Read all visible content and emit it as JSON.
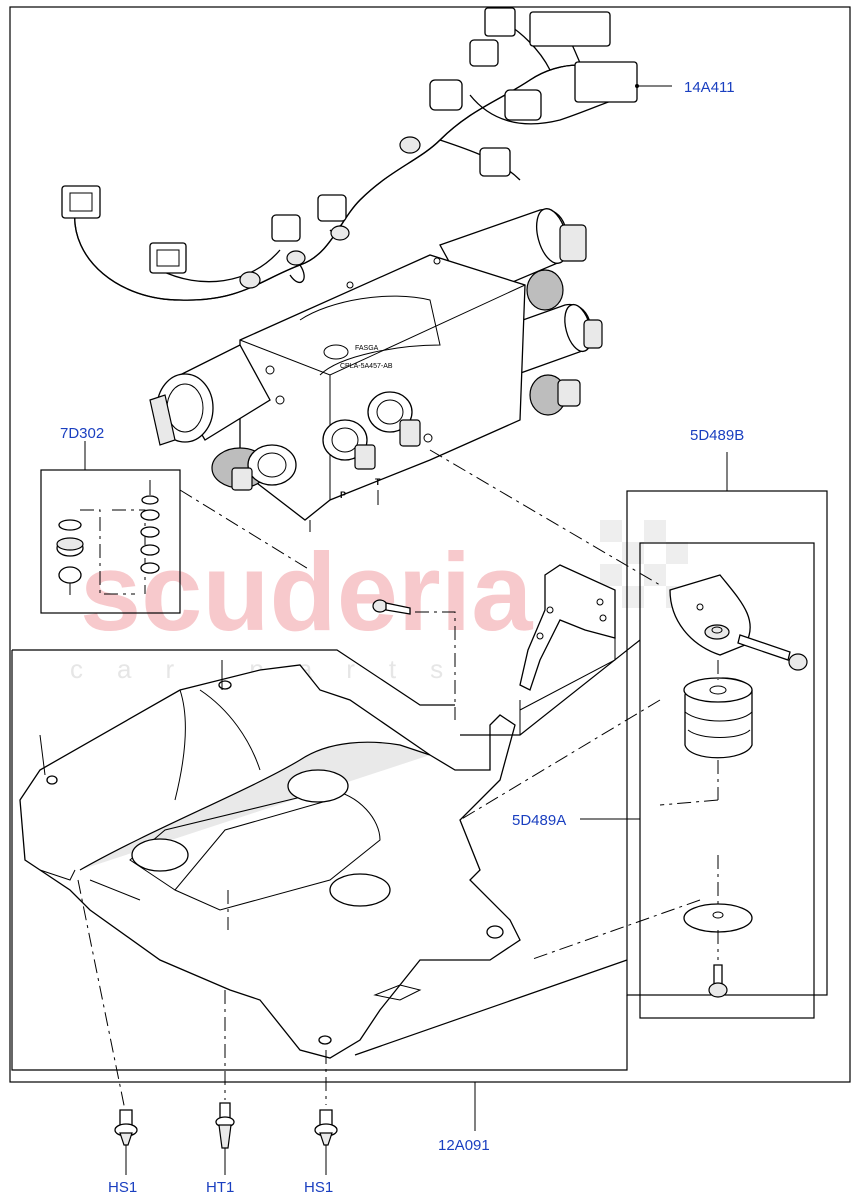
{
  "diagram": {
    "watermark": {
      "main": "scuderia",
      "sub": "car parts"
    },
    "callouts": [
      {
        "id": "14A411",
        "label": "14A411"
      },
      {
        "id": "7D302",
        "label": "7D302"
      },
      {
        "id": "5D489B",
        "label": "5D489B"
      },
      {
        "id": "5D489A",
        "label": "5D489A"
      },
      {
        "id": "12A091",
        "label": "12A091"
      },
      {
        "id": "HS1a",
        "label": "HS1"
      },
      {
        "id": "HT1",
        "label": "HT1"
      },
      {
        "id": "HS1b",
        "label": "HS1"
      }
    ],
    "valve_block_markings": [
      "FASGA",
      "CPLA-5A457-AB"
    ],
    "port_letters": [
      "P",
      "T"
    ]
  }
}
